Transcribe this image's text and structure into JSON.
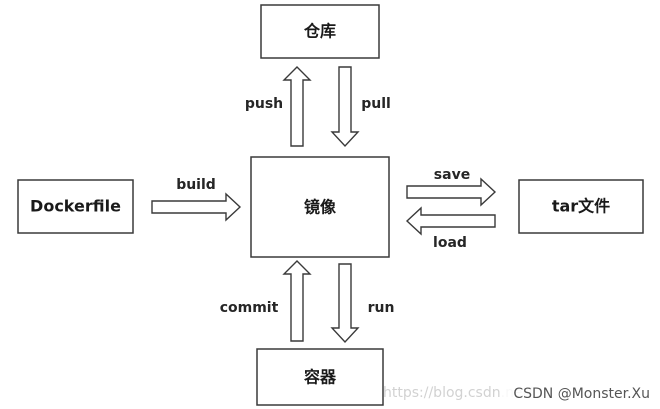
{
  "nodes": {
    "registry": "仓库",
    "image": "镜像",
    "dockerfile": "Dockerfile",
    "tarfile": "tar文件",
    "container": "容器"
  },
  "edges": {
    "push": "push",
    "pull": "pull",
    "build": "build",
    "save": "save",
    "load": "load",
    "commit": "commit",
    "run": "run"
  },
  "watermark": {
    "url": "https://blog.csdn.net/",
    "author": "CSDN @Monster.Xu"
  },
  "colors": {
    "stroke": "#3a3a3a",
    "fill": "#ffffff",
    "text": "#1a1a1a"
  }
}
